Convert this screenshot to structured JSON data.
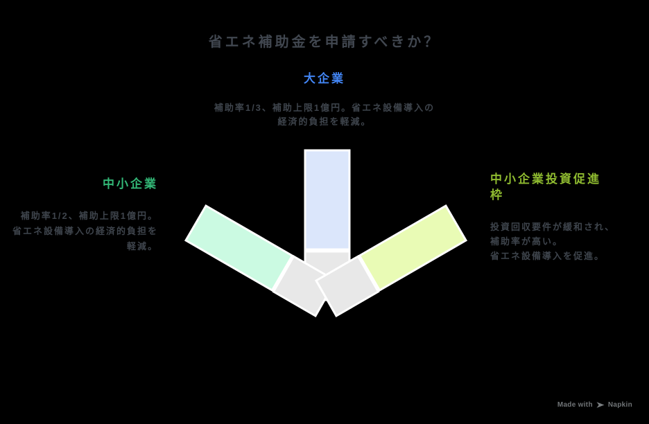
{
  "title": "省エネ補助金を申請すべきか？",
  "top_section": {
    "label": "大企業",
    "desc": [
      "補助率1/3、補助上限1億円。省エネ設備導入の",
      "経済的負担を軽減。"
    ]
  },
  "left_section": {
    "label": "中小企業",
    "desc": [
      "補助率1/2、補助上限1億円。",
      "省エネ設備導入の経済的負担を",
      "軽減。"
    ]
  },
  "right_section": {
    "label": [
      "中小企業投資促進",
      "枠"
    ],
    "desc": [
      "投資回収要件が緩和され、",
      "補助率が高い。",
      "省エネ設備導入を促進。"
    ]
  },
  "footer": {
    "made_with": "Made with",
    "brand": "Napkin"
  },
  "colors": {
    "background": "#000000",
    "title_text": "#414750",
    "body_text": "#3e444c",
    "label_blue": "#4285f4",
    "label_green": "#33b877",
    "label_yellow": "#8fbb30",
    "bar_blue": "#dbe6fb",
    "bar_green": "#cbfae2",
    "bar_yellow": "#e9fbb5",
    "bar_gray": "#e8e8e8",
    "bar_border": "#ffffff",
    "footer_text": "#707477"
  }
}
